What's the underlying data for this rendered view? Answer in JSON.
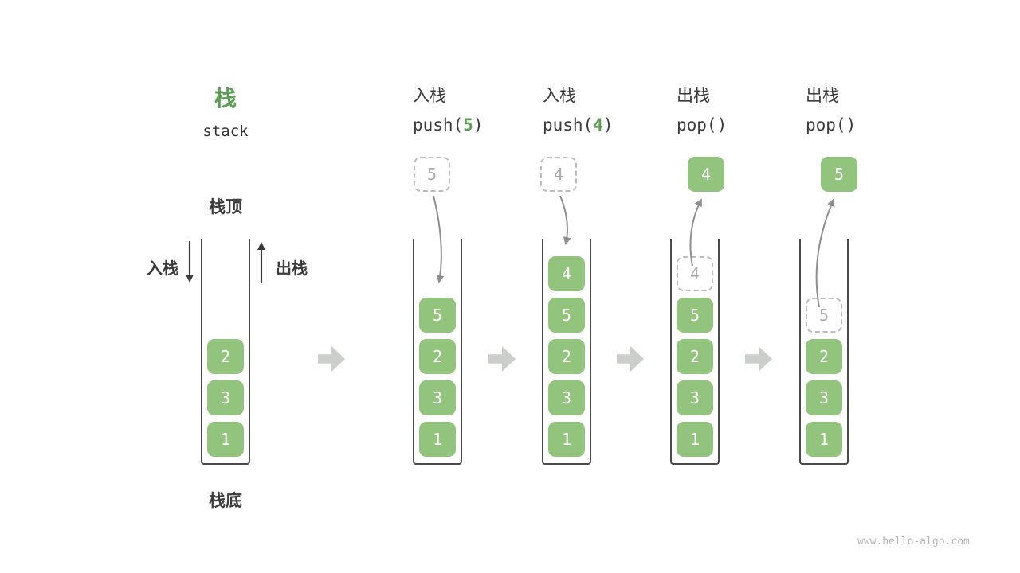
{
  "page": {
    "title": "栈",
    "subtitle": "stack",
    "watermark": "www.hello-algo.com"
  },
  "labels": {
    "stack_top": "栈顶",
    "stack_bottom": "栈底",
    "push": "入栈",
    "pop": "出栈"
  },
  "operations": [
    {
      "name": "入栈",
      "open": "push(",
      "arg": "5",
      "close": ")"
    },
    {
      "name": "入栈",
      "open": "push(",
      "arg": "4",
      "close": ")"
    },
    {
      "name": "出栈",
      "open": "pop(",
      "arg": "",
      "close": ")"
    },
    {
      "name": "出栈",
      "open": "pop(",
      "arg": "",
      "close": ")"
    }
  ],
  "stacks": [
    {
      "cells": [
        "2",
        "3",
        "1"
      ]
    },
    {
      "floating": "5",
      "cells": [
        "5",
        "2",
        "3",
        "1"
      ]
    },
    {
      "floating": "4",
      "cells": [
        "4",
        "5",
        "2",
        "3",
        "1"
      ]
    },
    {
      "floating": "4",
      "ghost": "4",
      "cells": [
        "5",
        "2",
        "3",
        "1"
      ]
    },
    {
      "floating": "5",
      "ghost": "5",
      "cells": [
        "2",
        "3",
        "1"
      ]
    }
  ],
  "colors": {
    "cell_green": "#93C47D",
    "accent_green": "#5A9E52",
    "text_dark": "#3B3B3B",
    "curve_arrow_gray": "#8F8F8F",
    "step_arrow_gray": "#CBCFCB",
    "ghost_gray": "#ABABAB",
    "container_line": "#4A4A4A"
  }
}
